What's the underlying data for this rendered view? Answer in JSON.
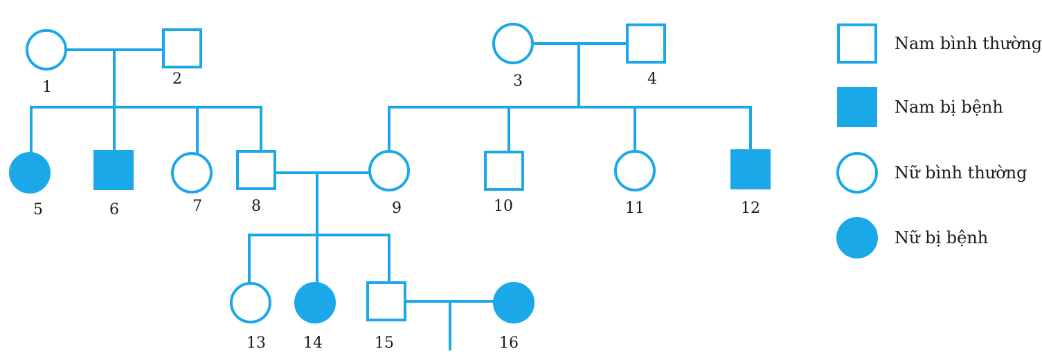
{
  "colors": {
    "line": "#1ba8e8",
    "affected_fill": "#1ba8e8",
    "unaffected_fill": "#ffffff",
    "text": "#1a1a1a"
  },
  "individuals": [
    {
      "id": "1",
      "sex": "female",
      "affected": false,
      "label": "1"
    },
    {
      "id": "2",
      "sex": "male",
      "affected": false,
      "label": "2"
    },
    {
      "id": "3",
      "sex": "female",
      "affected": false,
      "label": "3"
    },
    {
      "id": "4",
      "sex": "male",
      "affected": false,
      "label": "4"
    },
    {
      "id": "5",
      "sex": "female",
      "affected": true,
      "label": "5"
    },
    {
      "id": "6",
      "sex": "male",
      "affected": true,
      "label": "6"
    },
    {
      "id": "7",
      "sex": "female",
      "affected": false,
      "label": "7"
    },
    {
      "id": "8",
      "sex": "male",
      "affected": false,
      "label": "8"
    },
    {
      "id": "9",
      "sex": "female",
      "affected": false,
      "label": "9"
    },
    {
      "id": "10",
      "sex": "male",
      "affected": false,
      "label": "10"
    },
    {
      "id": "11",
      "sex": "female",
      "affected": false,
      "label": "11"
    },
    {
      "id": "12",
      "sex": "male",
      "affected": true,
      "label": "12"
    },
    {
      "id": "13",
      "sex": "female",
      "affected": false,
      "label": "13"
    },
    {
      "id": "14",
      "sex": "female",
      "affected": true,
      "label": "14"
    },
    {
      "id": "15",
      "sex": "male",
      "affected": false,
      "label": "15"
    },
    {
      "id": "16",
      "sex": "female",
      "affected": true,
      "label": "16"
    }
  ],
  "legend": [
    {
      "sex": "male",
      "affected": false,
      "label": "Nam bình thường"
    },
    {
      "sex": "male",
      "affected": true,
      "label": "Nam bị bệnh"
    },
    {
      "sex": "female",
      "affected": false,
      "label": "Nữ bình thường"
    },
    {
      "sex": "female",
      "affected": true,
      "label": "Nữ bị bệnh"
    }
  ]
}
